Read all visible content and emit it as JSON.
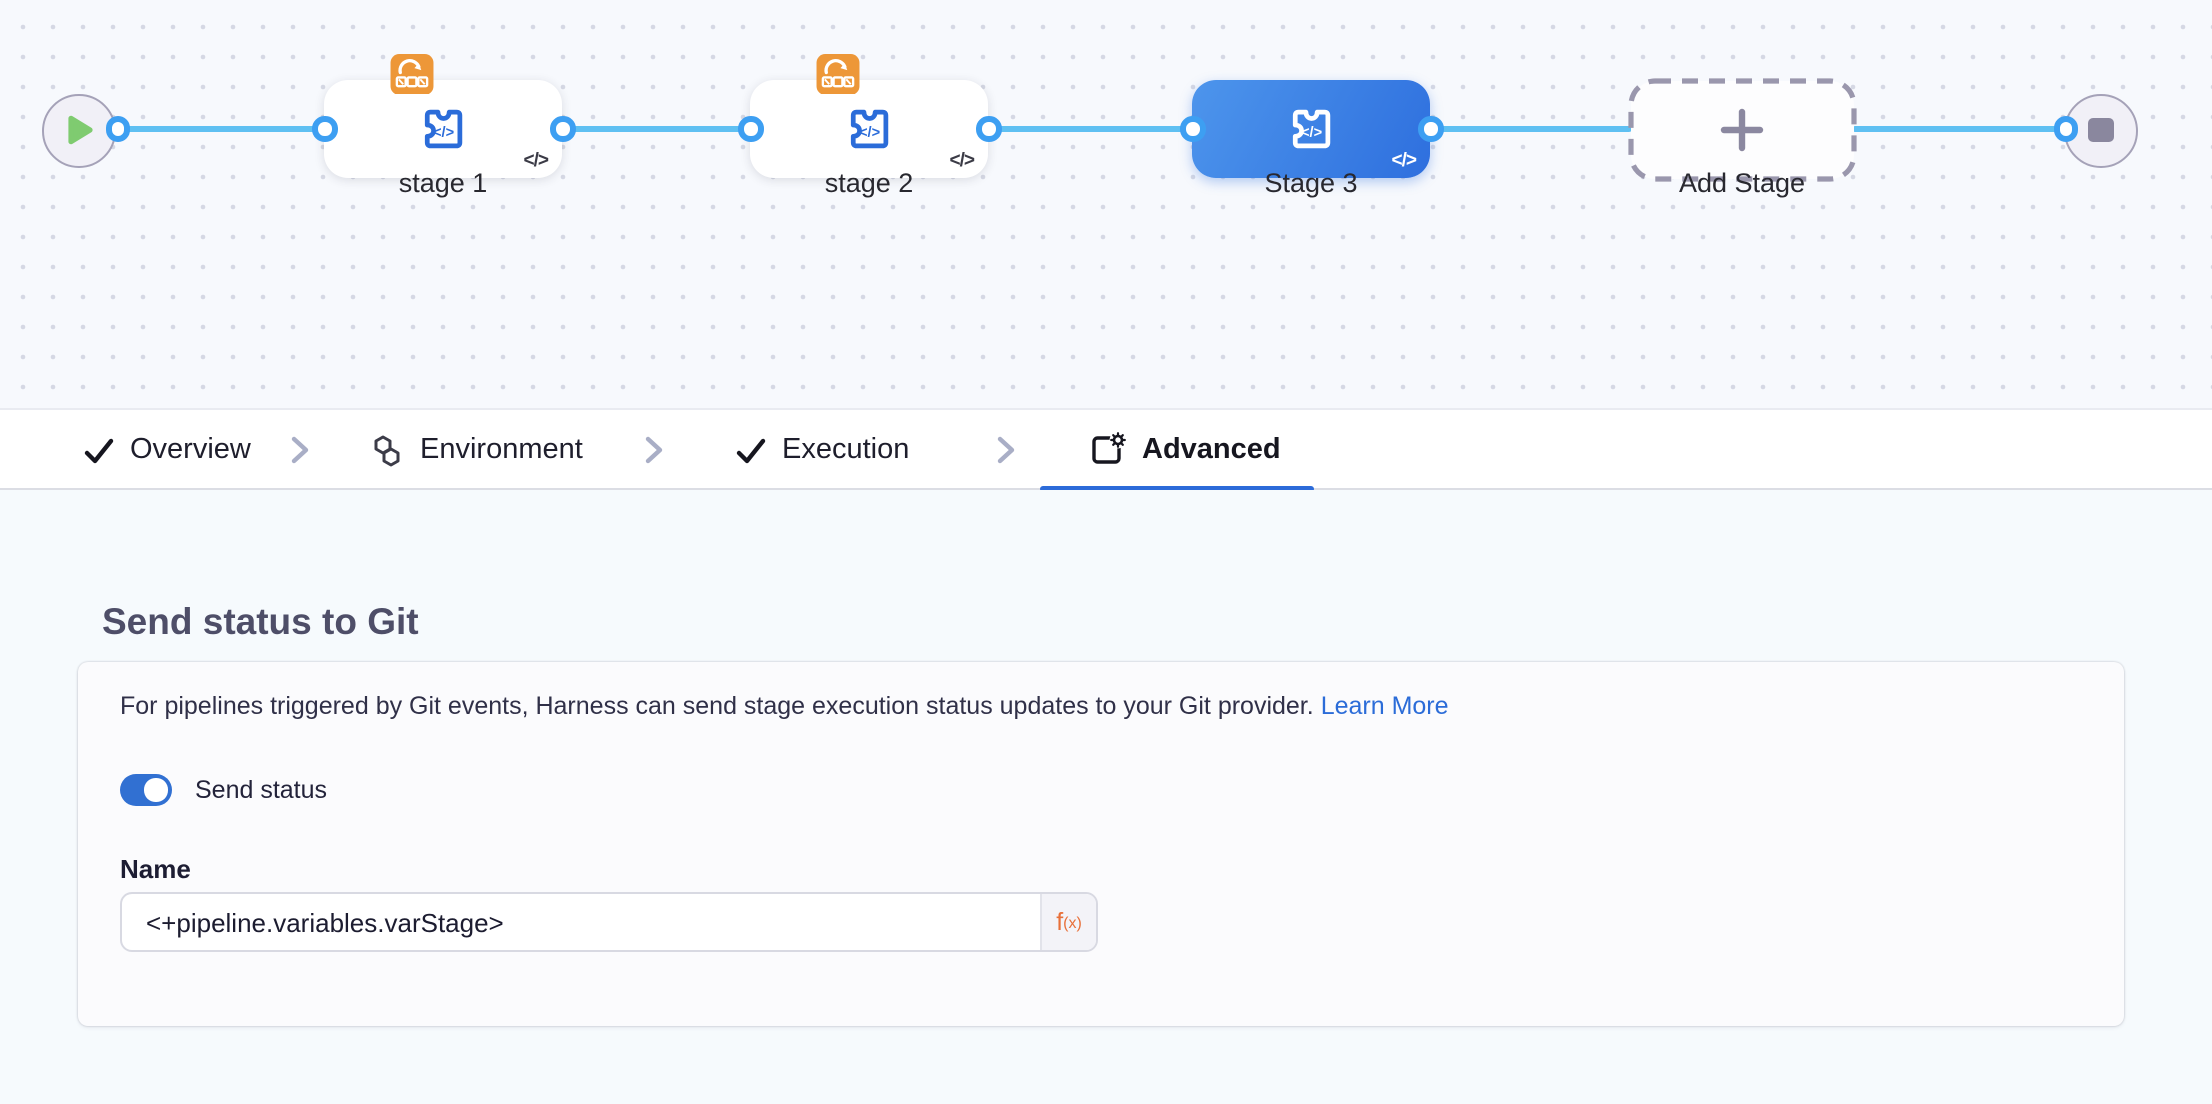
{
  "canvas": {
    "stages": [
      {
        "label": "stage 1",
        "selected": false
      },
      {
        "label": "stage 2",
        "selected": false
      },
      {
        "label": "Stage 3",
        "selected": true
      },
      {
        "label": "Add Stage",
        "type": "add"
      }
    ],
    "code_mark": "</>"
  },
  "tabs": {
    "items": [
      {
        "label": "Overview",
        "icon": "check-icon",
        "active": false
      },
      {
        "label": "Environment",
        "icon": "hexagons-icon",
        "active": false
      },
      {
        "label": "Execution",
        "icon": "check-icon",
        "active": false
      },
      {
        "label": "Advanced",
        "icon": "doc-gear-icon",
        "active": true
      }
    ],
    "underline_color": "#2c6bd9"
  },
  "panel": {
    "heading": "Send status to Git",
    "description": "For pipelines triggered by Git events, Harness can send stage execution status updates to your Git provider.",
    "learn_more_label": "Learn More",
    "toggle_label": "Send status",
    "toggle_on": true,
    "name_label": "Name",
    "name_value": "<+pipeline.variables.varStage>",
    "fx_label": "f",
    "fx_sub": "(x)"
  },
  "colors": {
    "edge": "#5fc0f2",
    "port_ring": "#3d9ff2",
    "selected_stage": "#2e6fde",
    "badge_orange": "#ed9738",
    "toggle_on": "#3170d2",
    "link": "#2b6cd8",
    "accent_underline": "#2c6bd9"
  }
}
